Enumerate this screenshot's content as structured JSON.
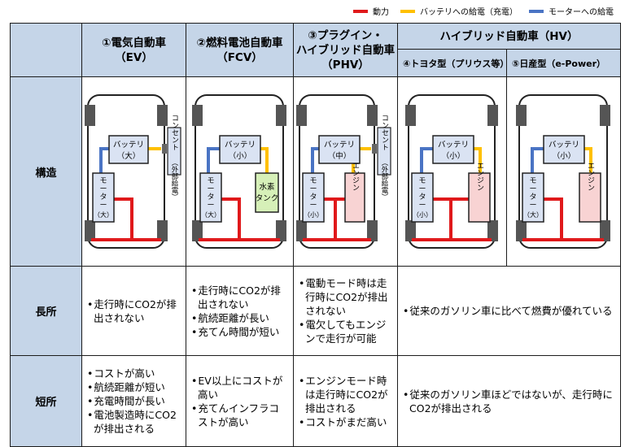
{
  "legend": [
    {
      "label": "動力",
      "color": "#e0191b"
    },
    {
      "label": "バッテリへの給電（充電）",
      "color": "#ffc000"
    },
    {
      "label": "モーターへの給電",
      "color": "#4a74c4"
    }
  ],
  "header": {
    "ev": {
      "line1": "①電気自動車",
      "line2": "（EV）"
    },
    "fcv": {
      "line1": "②燃料電池自動車",
      "line2": "（FCV）"
    },
    "phv": {
      "line1": "③プラグイン・",
      "line2": "ハイブリッド自動車",
      "line3": "（PHV）"
    },
    "hv": {
      "title": "ハイブリッド自動車（HV）",
      "toyota": "④トヨタ型（プリウス等）",
      "nissan": "⑤日産型（e-Power）"
    }
  },
  "rows": {
    "structure": "構造",
    "pros": "長所",
    "cons": "短所"
  },
  "structure": {
    "ev": {
      "battery": [
        "バッテリ",
        "（大）"
      ],
      "motor": [
        "モ",
        "ー",
        "タ",
        "ー",
        "（大）"
      ],
      "outlet": "コンセント",
      "outlet_note": "（外部給電）"
    },
    "fcv": {
      "battery": [
        "バッテリ",
        "（小）"
      ],
      "motor": [
        "モ",
        "ー",
        "タ",
        "ー",
        "（大）"
      ],
      "tank": [
        "水素",
        "タンク"
      ]
    },
    "phv": {
      "battery": [
        "バッテリ",
        "（中）"
      ],
      "motor": [
        "モ",
        "ー",
        "タ",
        "ー",
        "（小）"
      ],
      "engine": "エンジン",
      "outlet": "コンセント",
      "outlet_note": "（外部給電）"
    },
    "toyota": {
      "battery": [
        "バッテリ",
        "（小）"
      ],
      "motor": [
        "モ",
        "ー",
        "タ",
        "ー",
        "（小）"
      ],
      "engine": "エンジン"
    },
    "nissan": {
      "battery": [
        "バッテリ",
        "（小）"
      ],
      "motor": [
        "モ",
        "ー",
        "タ",
        "ー",
        "（大）"
      ],
      "engine": "エンジン"
    }
  },
  "pros": {
    "ev": [
      "走行時にCO2が排出されない"
    ],
    "fcv": [
      "走行時にCO2が排出されない",
      "航続距離が長い",
      "充てん時間が短い"
    ],
    "phv": [
      "電動モード時は走行時にCO2が排出されない",
      "電欠してもエンジンで走行が可能"
    ],
    "hv": [
      "従来のガソリン車に比べて燃費が優れている"
    ]
  },
  "cons": {
    "ev": [
      "コストが高い",
      "航続距離が短い",
      "充電時間が長い",
      "電池製造時にCO2が排出される"
    ],
    "fcv": [
      "EV以上にコストが高い",
      "充てんインフラコストが高い"
    ],
    "phv": [
      "エンジンモード時は走行時にCO2が排出される",
      "コストがまだ高い"
    ],
    "hv": [
      "従来のガソリン車ほどではないが、走行時にCO2が排出される"
    ]
  }
}
